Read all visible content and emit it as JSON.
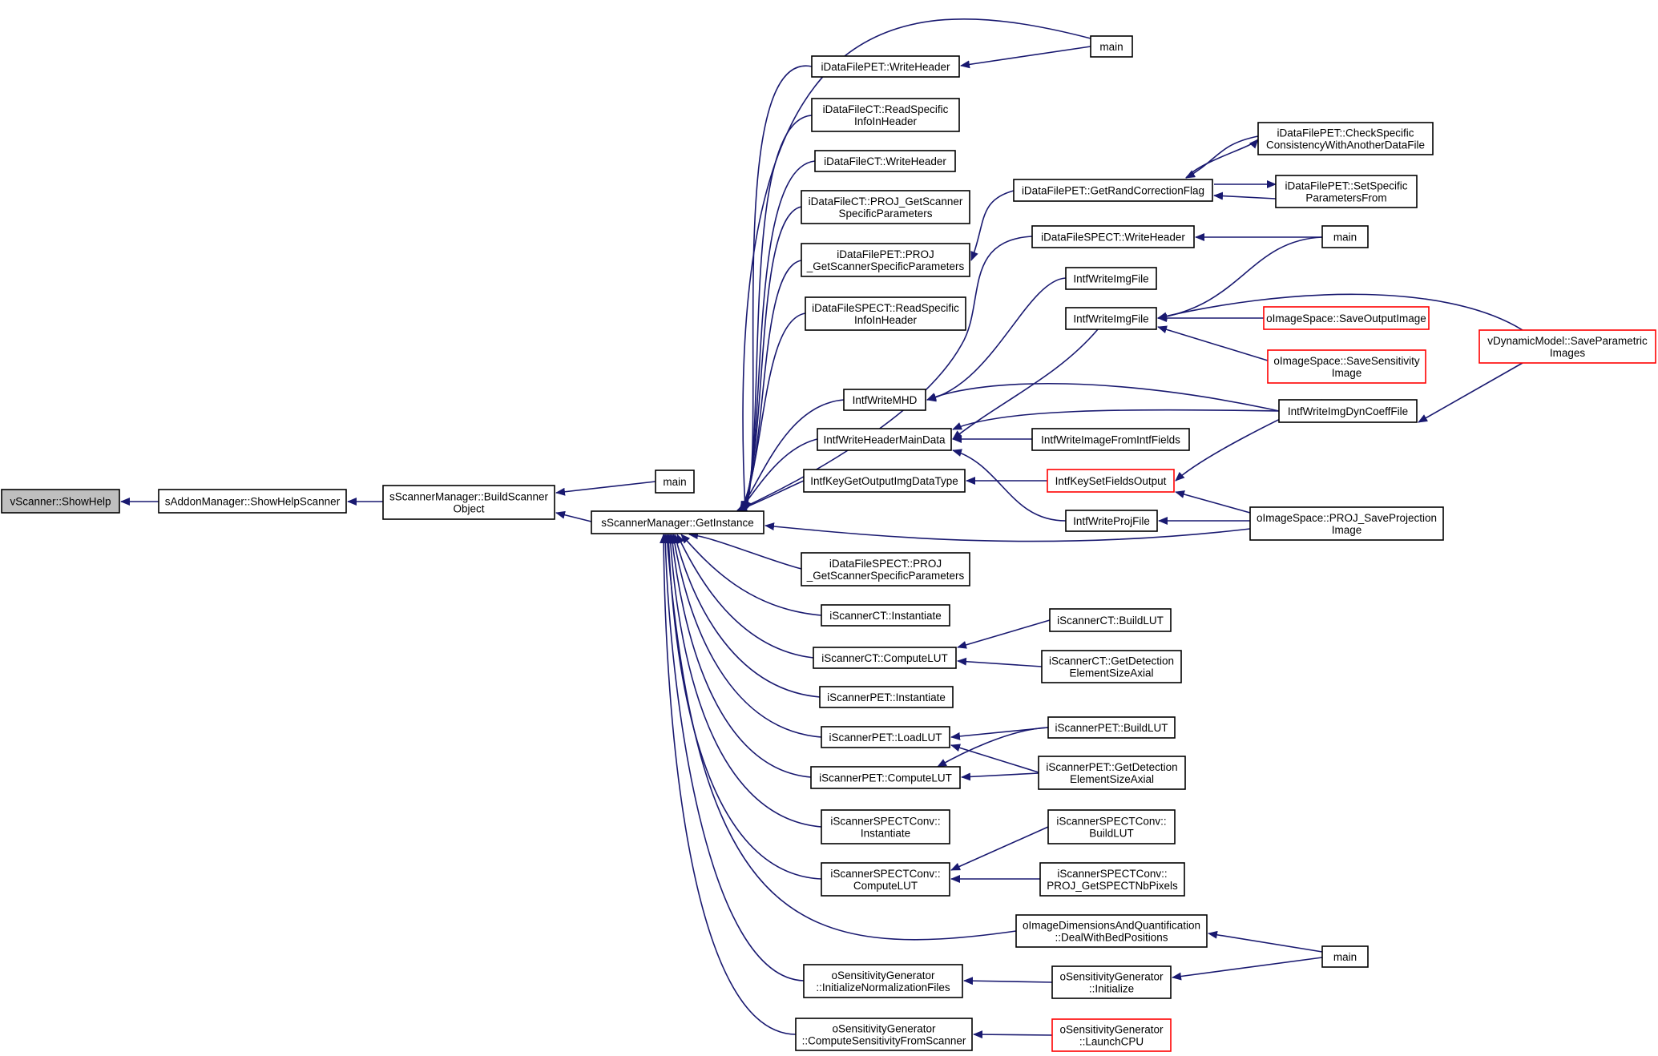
{
  "colors": {
    "edge": "#191970",
    "box_border": "#000000",
    "box_border_incomplete": "#ff0000",
    "root_fill": "#bfbfbf",
    "node_fill": "#ffffff"
  },
  "nodes": [
    {
      "id": "n_root",
      "lines": [
        "vScanner::ShowHelp"
      ],
      "style": "root"
    },
    {
      "id": "n_addon",
      "lines": [
        "sAddonManager::ShowHelpScanner"
      ],
      "style": "normal"
    },
    {
      "id": "n_build",
      "lines": [
        "sScannerManager::BuildScanner",
        "Object"
      ],
      "style": "normal"
    },
    {
      "id": "n_main1",
      "lines": [
        "main"
      ],
      "style": "normal"
    },
    {
      "id": "n_getinst",
      "lines": [
        "sScannerManager::GetInstance"
      ],
      "style": "normal"
    },
    {
      "id": "n_dfpet_wh",
      "lines": [
        "iDataFilePET::WriteHeader"
      ],
      "style": "normal"
    },
    {
      "id": "n_main_top",
      "lines": [
        "main"
      ],
      "style": "normal"
    },
    {
      "id": "n_dfct_rs",
      "lines": [
        "iDataFileCT::ReadSpecific",
        "InfoInHeader"
      ],
      "style": "normal"
    },
    {
      "id": "n_dfct_wh",
      "lines": [
        "iDataFileCT::WriteHeader"
      ],
      "style": "normal"
    },
    {
      "id": "n_dfct_proj",
      "lines": [
        "iDataFileCT::PROJ_GetScanner",
        "SpecificParameters"
      ],
      "style": "normal"
    },
    {
      "id": "n_dfpet_proj",
      "lines": [
        "iDataFilePET::PROJ",
        "_GetScannerSpecificParameters"
      ],
      "style": "normal"
    },
    {
      "id": "n_dfspect_rs",
      "lines": [
        "iDataFileSPECT::ReadSpecific",
        "InfoInHeader"
      ],
      "style": "normal"
    },
    {
      "id": "n_writemhd",
      "lines": [
        "IntfWriteMHD"
      ],
      "style": "normal"
    },
    {
      "id": "n_writehdr",
      "lines": [
        "IntfWriteHeaderMainData"
      ],
      "style": "normal"
    },
    {
      "id": "n_keyget",
      "lines": [
        "IntfKeyGetOutputImgDataType"
      ],
      "style": "normal"
    },
    {
      "id": "n_dfspect_proj",
      "lines": [
        "iDataFileSPECT::PROJ",
        "_GetScannerSpecificParameters"
      ],
      "style": "normal"
    },
    {
      "id": "n_ct_inst",
      "lines": [
        "iScannerCT::Instantiate"
      ],
      "style": "normal"
    },
    {
      "id": "n_ct_clut",
      "lines": [
        "iScannerCT::ComputeLUT"
      ],
      "style": "normal"
    },
    {
      "id": "n_pet_inst",
      "lines": [
        "iScannerPET::Instantiate"
      ],
      "style": "normal"
    },
    {
      "id": "n_pet_load",
      "lines": [
        "iScannerPET::LoadLUT"
      ],
      "style": "normal"
    },
    {
      "id": "n_pet_clut",
      "lines": [
        "iScannerPET::ComputeLUT"
      ],
      "style": "normal"
    },
    {
      "id": "n_spect_inst",
      "lines": [
        "iScannerSPECTConv::",
        "Instantiate"
      ],
      "style": "normal"
    },
    {
      "id": "n_spect_clut",
      "lines": [
        "iScannerSPECTConv::",
        "ComputeLUT"
      ],
      "style": "normal"
    },
    {
      "id": "n_sens_initnorm",
      "lines": [
        "oSensitivityGenerator",
        "::InitializeNormalizationFiles"
      ],
      "style": "normal"
    },
    {
      "id": "n_sens_compute",
      "lines": [
        "oSensitivityGenerator",
        "::ComputeSensitivityFromScanner"
      ],
      "style": "normal"
    },
    {
      "id": "n_randflag",
      "lines": [
        "iDataFilePET::GetRandCorrectionFlag"
      ],
      "style": "normal"
    },
    {
      "id": "n_dfspect_wh",
      "lines": [
        "iDataFileSPECT::WriteHeader"
      ],
      "style": "normal"
    },
    {
      "id": "n_writeimg1",
      "lines": [
        "IntfWriteImgFile"
      ],
      "style": "normal"
    },
    {
      "id": "n_writeimg2",
      "lines": [
        "IntfWriteImgFile"
      ],
      "style": "normal"
    },
    {
      "id": "n_writefromfields",
      "lines": [
        "IntfWriteImageFromIntfFields"
      ],
      "style": "normal"
    },
    {
      "id": "n_keyset",
      "lines": [
        "IntfKeySetFieldsOutput"
      ],
      "style": "incomplete"
    },
    {
      "id": "n_writeproj",
      "lines": [
        "IntfWriteProjFile"
      ],
      "style": "normal"
    },
    {
      "id": "n_ct_build",
      "lines": [
        "iScannerCT::BuildLUT"
      ],
      "style": "normal"
    },
    {
      "id": "n_ct_getdet",
      "lines": [
        "iScannerCT::GetDetection",
        "ElementSizeAxial"
      ],
      "style": "normal"
    },
    {
      "id": "n_pet_build",
      "lines": [
        "iScannerPET::BuildLUT"
      ],
      "style": "normal"
    },
    {
      "id": "n_pet_getdet",
      "lines": [
        "iScannerPET::GetDetection",
        "ElementSizeAxial"
      ],
      "style": "normal"
    },
    {
      "id": "n_spect_build",
      "lines": [
        "iScannerSPECTConv::",
        "BuildLUT"
      ],
      "style": "normal"
    },
    {
      "id": "n_spect_nbpix",
      "lines": [
        "iScannerSPECTConv::",
        "PROJ_GetSPECTNbPixels"
      ],
      "style": "normal"
    },
    {
      "id": "n_dealbed",
      "lines": [
        "oImageDimensionsAndQuantification",
        "::DealWithBedPositions"
      ],
      "style": "normal"
    },
    {
      "id": "n_sens_init",
      "lines": [
        "oSensitivityGenerator",
        "::Initialize"
      ],
      "style": "normal"
    },
    {
      "id": "n_launchcpu",
      "lines": [
        "oSensitivityGenerator",
        "::LaunchCPU"
      ],
      "style": "incomplete"
    },
    {
      "id": "n_checkspec",
      "lines": [
        "iDataFilePET::CheckSpecific",
        "ConsistencyWithAnotherDataFile"
      ],
      "style": "normal"
    },
    {
      "id": "n_setspec",
      "lines": [
        "iDataFilePET::SetSpecific",
        "ParametersFrom"
      ],
      "style": "normal"
    },
    {
      "id": "n_main_spect",
      "lines": [
        "main"
      ],
      "style": "normal"
    },
    {
      "id": "n_saveout",
      "lines": [
        "oImageSpace::SaveOutputImage"
      ],
      "style": "incomplete"
    },
    {
      "id": "n_savesens",
      "lines": [
        "oImageSpace::SaveSensitivity",
        "Image"
      ],
      "style": "incomplete"
    },
    {
      "id": "n_dyncoeff",
      "lines": [
        "IntfWriteImgDynCoeffFile"
      ],
      "style": "normal"
    },
    {
      "id": "n_saveproj",
      "lines": [
        "oImageSpace::PROJ_SaveProjection",
        "Image"
      ],
      "style": "normal"
    },
    {
      "id": "n_main_bottom",
      "lines": [
        "main"
      ],
      "style": "normal"
    },
    {
      "id": "n_vdyn",
      "lines": [
        "vDynamicModel::SaveParametric",
        "Images"
      ],
      "style": "incomplete"
    }
  ],
  "edges": [
    {
      "id": "e1",
      "from": "n_addon",
      "to": "n_root"
    },
    {
      "id": "e2",
      "from": "n_build",
      "to": "n_addon"
    },
    {
      "id": "e3",
      "from": "n_main1",
      "to": "n_build"
    },
    {
      "id": "e4",
      "from": "n_getinst",
      "to": "n_build"
    },
    {
      "id": "e5",
      "from": "n_dfpet_wh",
      "to": "n_getinst"
    },
    {
      "id": "e6",
      "from": "n_main_top",
      "to": "n_getinst"
    },
    {
      "id": "e7",
      "from": "n_dfct_rs",
      "to": "n_getinst"
    },
    {
      "id": "e8",
      "from": "n_dfct_wh",
      "to": "n_getinst"
    },
    {
      "id": "e9",
      "from": "n_dfct_proj",
      "to": "n_getinst"
    },
    {
      "id": "e10",
      "from": "n_dfpet_proj",
      "to": "n_getinst"
    },
    {
      "id": "e11",
      "from": "n_dfspect_rs",
      "to": "n_getinst"
    },
    {
      "id": "e12",
      "from": "n_writemhd",
      "to": "n_getinst"
    },
    {
      "id": "e13",
      "from": "n_writehdr",
      "to": "n_getinst"
    },
    {
      "id": "e14",
      "from": "n_keyget",
      "to": "n_getinst"
    },
    {
      "id": "e15",
      "from": "n_dfspect_wh",
      "to": "n_getinst"
    },
    {
      "id": "e16",
      "from": "n_saveproj",
      "to": "n_getinst"
    },
    {
      "id": "e17",
      "from": "n_dfspect_proj",
      "to": "n_getinst"
    },
    {
      "id": "e18",
      "from": "n_ct_inst",
      "to": "n_getinst"
    },
    {
      "id": "e19",
      "from": "n_ct_clut",
      "to": "n_getinst"
    },
    {
      "id": "e20",
      "from": "n_pet_inst",
      "to": "n_getinst"
    },
    {
      "id": "e21",
      "from": "n_pet_load",
      "to": "n_getinst"
    },
    {
      "id": "e22",
      "from": "n_pet_clut",
      "to": "n_getinst"
    },
    {
      "id": "e23",
      "from": "n_spect_inst",
      "to": "n_getinst"
    },
    {
      "id": "e24",
      "from": "n_spect_clut",
      "to": "n_getinst"
    },
    {
      "id": "e25",
      "from": "n_dealbed",
      "to": "n_getinst"
    },
    {
      "id": "e26",
      "from": "n_sens_initnorm",
      "to": "n_getinst"
    },
    {
      "id": "e27",
      "from": "n_sens_compute",
      "to": "n_getinst"
    },
    {
      "id": "e28",
      "from": "n_main_top",
      "to": "n_dfpet_wh"
    },
    {
      "id": "e29",
      "from": "n_randflag",
      "to": "n_dfpet_proj"
    },
    {
      "id": "e30",
      "from": "n_checkspec",
      "to": "n_randflag"
    },
    {
      "id": "e31",
      "from": "n_setspec",
      "to": "n_randflag"
    },
    {
      "id": "e32",
      "from": "n_randflag",
      "to": "n_checkspec"
    },
    {
      "id": "e33",
      "from": "n_randflag",
      "to": "n_setspec"
    },
    {
      "id": "e34",
      "from": "n_main_spect",
      "to": "n_dfspect_wh"
    },
    {
      "id": "e35",
      "from": "n_writeimg1",
      "to": "n_writemhd"
    },
    {
      "id": "e36",
      "from": "n_dyncoeff",
      "to": "n_writemhd"
    },
    {
      "id": "e37",
      "from": "n_writeimg2",
      "to": "n_writehdr"
    },
    {
      "id": "e38",
      "from": "n_dyncoeff",
      "to": "n_writehdr"
    },
    {
      "id": "e39",
      "from": "n_writefromfields",
      "to": "n_writehdr"
    },
    {
      "id": "e40",
      "from": "n_writeproj",
      "to": "n_writehdr"
    },
    {
      "id": "e41",
      "from": "n_keyset",
      "to": "n_keyget"
    },
    {
      "id": "e42",
      "from": "n_main_spect",
      "to": "n_writeimg2"
    },
    {
      "id": "e43",
      "from": "n_saveout",
      "to": "n_writeimg2"
    },
    {
      "id": "e44",
      "from": "n_savesens",
      "to": "n_writeimg2"
    },
    {
      "id": "e45",
      "from": "n_vdyn",
      "to": "n_writeimg2"
    },
    {
      "id": "e46",
      "from": "n_vdyn",
      "to": "n_dyncoeff"
    },
    {
      "id": "e47",
      "from": "n_dyncoeff",
      "to": "n_keyset"
    },
    {
      "id": "e48",
      "from": "n_saveproj",
      "to": "n_keyset"
    },
    {
      "id": "e49",
      "from": "n_saveproj",
      "to": "n_writeproj"
    },
    {
      "id": "e50",
      "from": "n_ct_build",
      "to": "n_ct_clut"
    },
    {
      "id": "e51",
      "from": "n_ct_getdet",
      "to": "n_ct_clut"
    },
    {
      "id": "e52",
      "from": "n_pet_build",
      "to": "n_pet_load"
    },
    {
      "id": "e53",
      "from": "n_pet_getdet",
      "to": "n_pet_load"
    },
    {
      "id": "e54",
      "from": "n_pet_build",
      "to": "n_pet_clut"
    },
    {
      "id": "e55",
      "from": "n_pet_getdet",
      "to": "n_pet_clut"
    },
    {
      "id": "e56",
      "from": "n_spect_build",
      "to": "n_spect_clut"
    },
    {
      "id": "e57",
      "from": "n_spect_nbpix",
      "to": "n_spect_clut"
    },
    {
      "id": "e58",
      "from": "n_main_bottom",
      "to": "n_dealbed"
    },
    {
      "id": "e59",
      "from": "n_main_bottom",
      "to": "n_sens_init"
    },
    {
      "id": "e60",
      "from": "n_sens_init",
      "to": "n_sens_initnorm"
    },
    {
      "id": "e61",
      "from": "n_launchcpu",
      "to": "n_sens_compute"
    }
  ]
}
